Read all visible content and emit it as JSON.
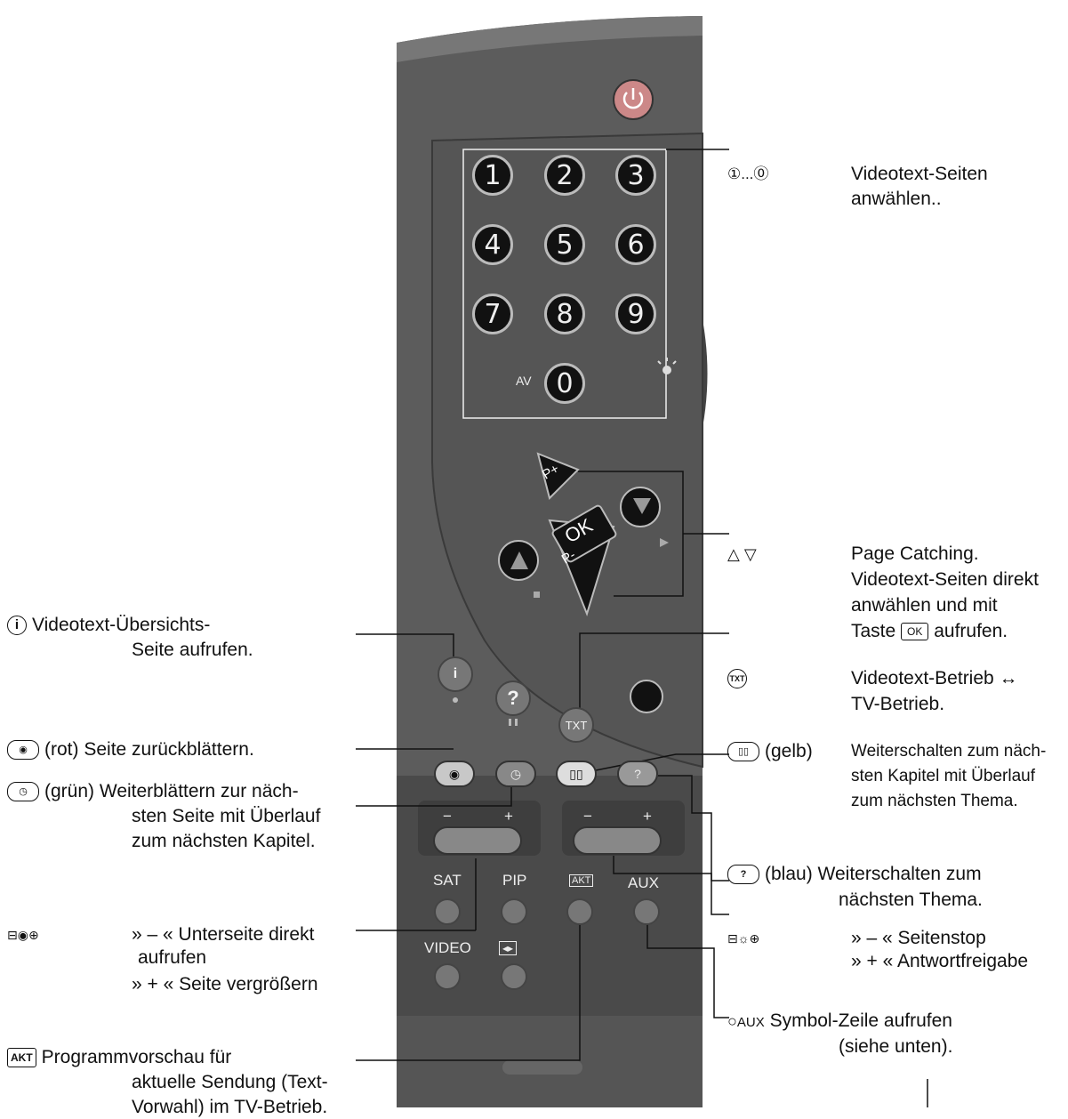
{
  "remote": {
    "number_keys": [
      "1",
      "2",
      "3",
      "4",
      "5",
      "6",
      "7",
      "8",
      "9",
      "0"
    ],
    "av_label": "AV",
    "info_key": "i",
    "help_key": "?",
    "txt_key": "TXT",
    "ok_key": "OK",
    "p_plus": "P+",
    "p_minus": "P-",
    "sat": "SAT",
    "pip": "PIP",
    "akt": "AKT",
    "aux": "AUX",
    "video": "VIDEO",
    "minus": "−",
    "plus": "+"
  },
  "labels": {
    "numbers": {
      "symbol": "①...⓪",
      "text": "Videotext-Seiten",
      "text2": "anwählen.."
    },
    "page_catching": {
      "line1": "Page Catching.",
      "line2": "Videotext-Seiten direkt",
      "line3": "anwählen und mit",
      "line4a": "Taste",
      "ok": "OK",
      "line4b": "aufrufen."
    },
    "txt": {
      "line1": "Videotext-Betrieb ↔",
      "line2": "TV-Betrieb."
    },
    "yellow": {
      "tag": "(gelb)",
      "line1": "Weiterschalten zum näch-",
      "line2": "sten Kapitel mit Überlauf",
      "line3": "zum nächsten Thema."
    },
    "blue": {
      "tag": "(blau)",
      "line1": "Weiterschalten zum",
      "line2": "nächsten Thema."
    },
    "stop": {
      "line1": "» – « Seitenstop",
      "line2": "» + « Antwortfreigabe"
    },
    "aux": {
      "prefix": "AUX",
      "line1": "Symbol-Zeile aufrufen",
      "line2": "(siehe unten)."
    },
    "info": {
      "line1": "Videotext-Übersichts-",
      "line2": "Seite aufrufen."
    },
    "red": {
      "tag": "(rot)",
      "line1": "Seite zurückblättern."
    },
    "green": {
      "tag": "(grün)",
      "line1": "Weiterblättern zur näch-",
      "line2": "sten Seite mit Überlauf",
      "line3": "zum nächsten Kapitel."
    },
    "subpage": {
      "line1": "» – « Unterseite direkt",
      "line2": "aufrufen",
      "line3": "» + « Seite vergrößern"
    },
    "akt": {
      "line1": "Programmvorschau   für",
      "line2": "aktuelle  Sendung  (Text-",
      "line3": "Vorwahl) im TV-Betrieb."
    }
  },
  "colors": {
    "remote_body": "#5f5f5f",
    "remote_dark": "#3c3c3c",
    "key_black": "#111111"
  }
}
